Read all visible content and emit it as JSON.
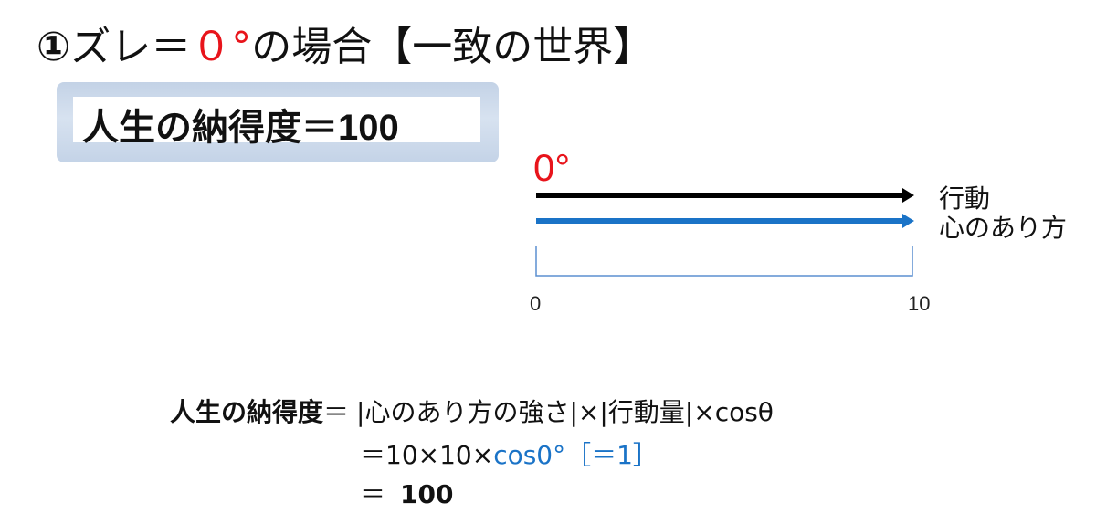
{
  "heading": {
    "number": "①",
    "prefix": "ズレ＝",
    "angle": "０°",
    "suffix": "の場合【一致の世界】"
  },
  "score_banner": {
    "text": "人生の納得度＝100"
  },
  "diagram": {
    "angle_label": "0°",
    "action": {
      "label": "行動",
      "length": 10,
      "color": "#000000"
    },
    "mind": {
      "label": "心のあり方",
      "length": 10,
      "color": "#1a73c7"
    },
    "scale": {
      "min": 0,
      "max": 10,
      "min_label": "0",
      "max_label": "10"
    }
  },
  "formula": {
    "line1": {
      "term": "人生の納得度",
      "eq": "＝",
      "expr": "|心のあり方の強さ|×|行動量|×cosθ"
    },
    "line2": {
      "eq_prefix": "＝10×10×",
      "cos_part": "cos0°［＝1］"
    },
    "line3": {
      "eq": "＝",
      "result": "100"
    }
  },
  "colors": {
    "accent_red": "#e8141b",
    "accent_blue": "#1a73c7",
    "panel_blue": "#c9d7ea"
  }
}
